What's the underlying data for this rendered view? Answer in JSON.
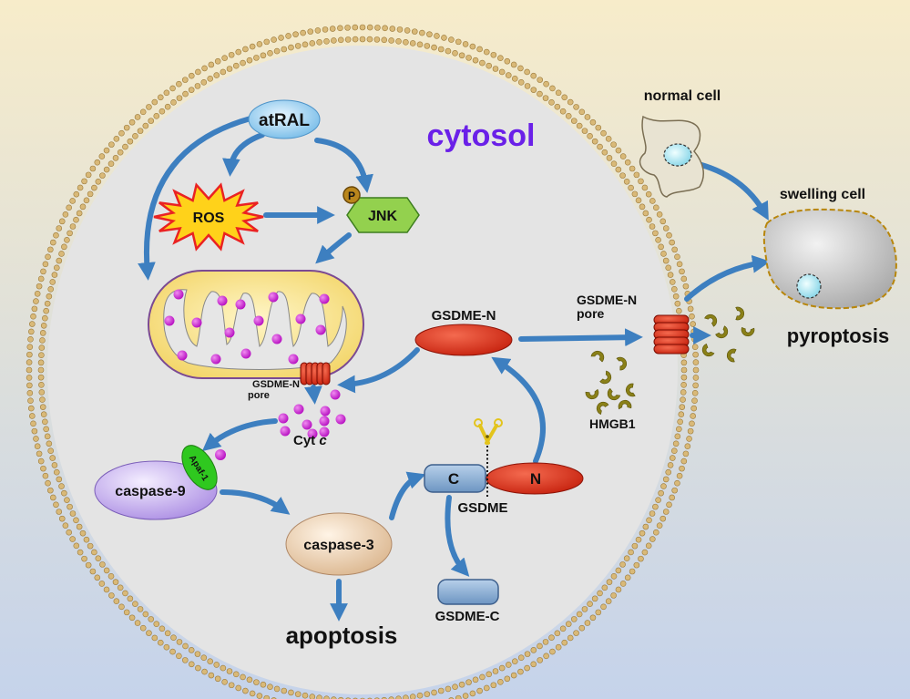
{
  "compartment": {
    "label": "cytosol"
  },
  "molecules": {
    "atral": "atRAL",
    "ros": "ROS",
    "jnk": "JNK",
    "phospho": "P",
    "apaf1": "Apaf-1",
    "caspase9": "caspase-9",
    "caspase3": "caspase-3",
    "cyt_c_prefix": "Cyt",
    "cyt_c_italic": "c",
    "gsdme": "GSDME",
    "gsdme_c_fragment": "GSDME-C",
    "gsdme_n_fragment": "GSDME-N",
    "gsdme_c_domain": "C",
    "gsdme_n_domain": "N",
    "hmgb1": "HMGB1"
  },
  "pores": {
    "mito_pore_line1": "GSDME-N",
    "mito_pore_line2": "pore",
    "membrane_pore_line1": "GSDME-N",
    "membrane_pore_line2": "pore"
  },
  "outcomes": {
    "apoptosis": "apoptosis",
    "pyroptosis": "pyroptosis"
  },
  "cells": {
    "normal": "normal cell",
    "swelling": "swelling cell"
  },
  "colors": {
    "arrow": "#3d7fc0",
    "gsdme_n": "#d42a14",
    "membrane_bead": "#d9b978",
    "cytosol_text": "#6a20e8",
    "background_top": "#f6ebcb",
    "background_bottom": "#c6d3ea"
  }
}
